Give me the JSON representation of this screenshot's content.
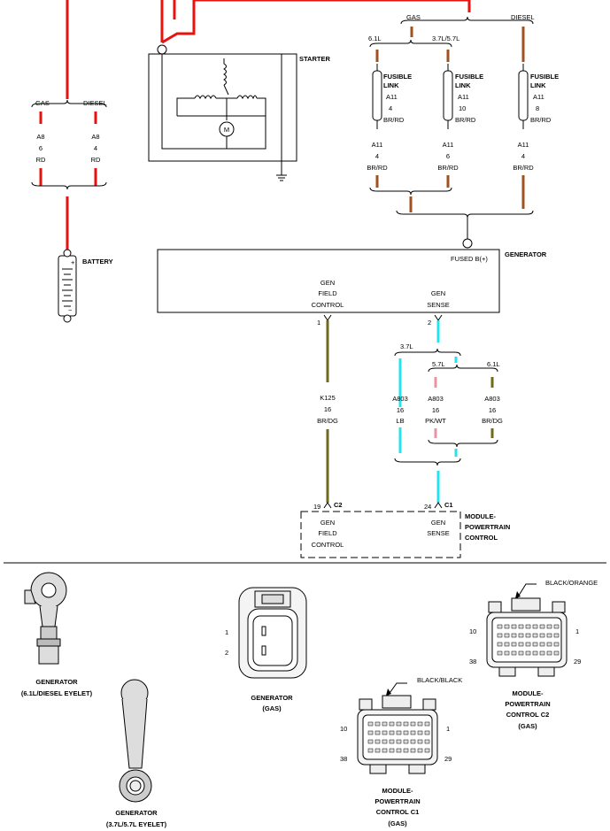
{
  "labels": {
    "starter": "STARTER",
    "gas": "GAS",
    "diesel": "DIESEL",
    "l61": "6.1L",
    "l3757": "3.7L/5.7L",
    "fusible1": "FUSIBLE",
    "fusible2": "LINK",
    "battery": "BATTERY",
    "generator": "GENERATOR",
    "fused_b": "FUSED B(+)",
    "gen_field_1": "GEN",
    "gen_field_2": "FIELD",
    "gen_field_3": "CONTROL",
    "gen_sense_1": "GEN",
    "gen_sense_2": "SENSE",
    "pin1": "1",
    "pin2": "2",
    "l37": "3.7L",
    "l57": "5.7L",
    "l61b": "6.1L",
    "pin19": "19",
    "c2": "C2",
    "pin24": "24",
    "c1": "C1",
    "pcm_1": "MODULE-",
    "pcm_2": "POWERTRAIN",
    "pcm_3": "CONTROL",
    "motor": "M"
  },
  "battery_wires": {
    "gas": [
      "A8",
      "6",
      "RD"
    ],
    "diesel": [
      "A8",
      "4",
      "RD"
    ]
  },
  "fusible_links": [
    [
      "A11",
      "4",
      "BR/RD"
    ],
    [
      "A11",
      "10",
      "BR/RD"
    ],
    [
      "A11",
      "8",
      "BR/RD"
    ]
  ],
  "gen_feed_wires": [
    [
      "A11",
      "4",
      "BR/RD"
    ],
    [
      "A11",
      "6",
      "BR/RD"
    ],
    [
      "A11",
      "4",
      "BR/RD"
    ]
  ],
  "field_wire": [
    "K125",
    "16",
    "BR/DG"
  ],
  "sense_wires": [
    [
      "A803",
      "16",
      "LB"
    ],
    [
      "A803",
      "16",
      "PK/WT"
    ],
    [
      "A803",
      "16",
      "BR/DG"
    ]
  ],
  "connectors": {
    "eyelet_61": [
      "GENERATOR",
      "(6.1L/DIESEL EYELET)"
    ],
    "eyelet_37": [
      "GENERATOR",
      "(3.7L/5.7L EYELET)"
    ],
    "gen_gas": [
      "GENERATOR",
      "(GAS)"
    ],
    "gen_pin1": "1",
    "gen_pin2": "2",
    "c1_color": "BLACK/BLACK",
    "c1_title": [
      "MODULE-",
      "POWERTRAIN",
      "CONTROL C1",
      "(GAS)"
    ],
    "c1_pins": [
      "10",
      "1",
      "38",
      "29"
    ],
    "c2_color": "BLACK/ORANGE",
    "c2_title": [
      "MODULE-",
      "POWERTRAIN",
      "CONTROL C2",
      "(GAS)"
    ],
    "c2_pins": [
      "10",
      "1",
      "38",
      "29"
    ]
  },
  "colors": {
    "red": "#e8120f",
    "brown": "#a0521e",
    "olive": "#6f6a1e",
    "cyan": "#22e4f0",
    "pink": "#e596a6"
  }
}
